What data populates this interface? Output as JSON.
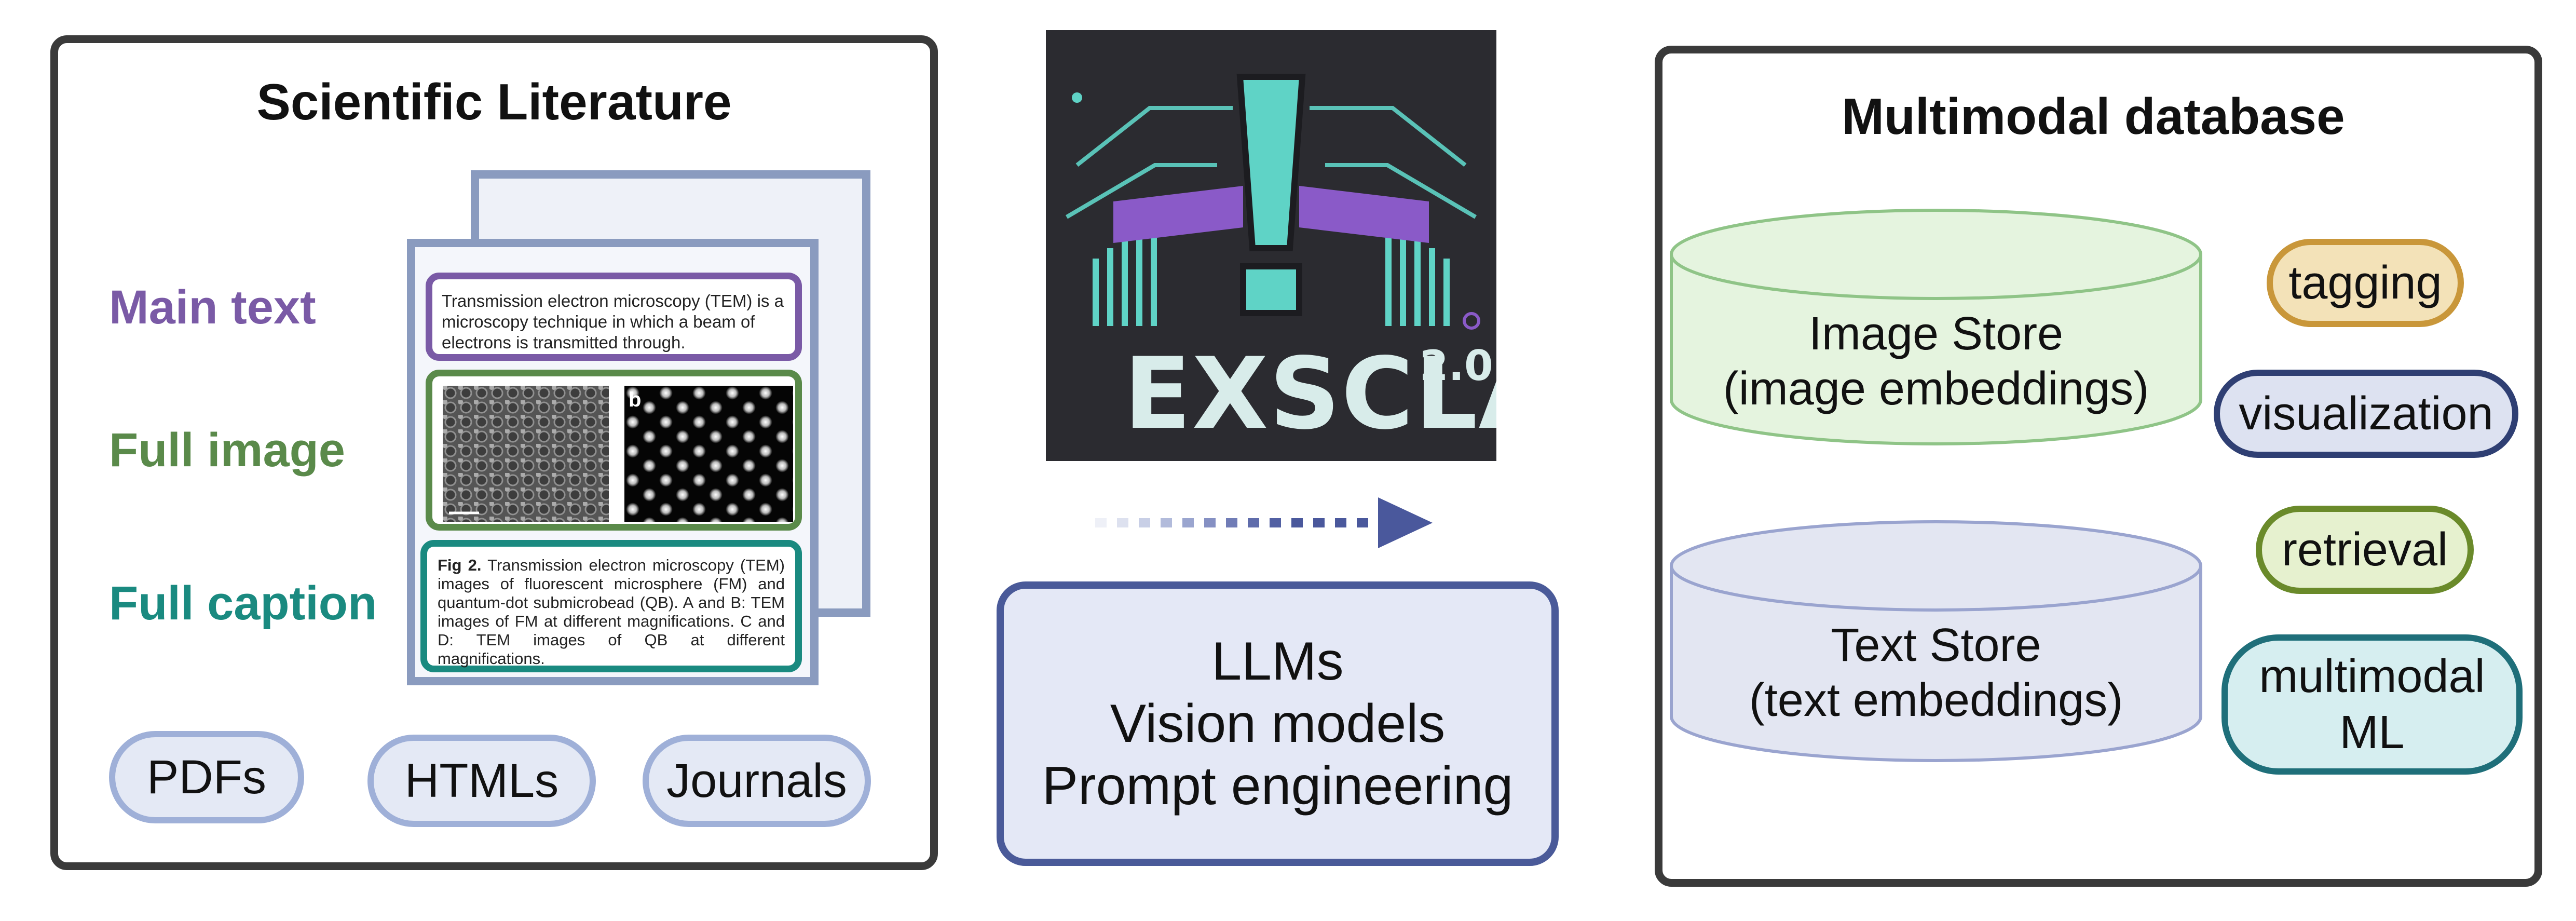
{
  "left_panel": {
    "title": "Scientific Literature",
    "labels": {
      "main_text": "Main text",
      "full_image": "Full image",
      "full_caption": "Full caption"
    },
    "main_text_snippet": "Transmission electron microscopy (TEM) is a microscopy technique in which a beam of electrons is transmitted through.",
    "subfigure_label": "b",
    "caption_lead": "Fig 2.",
    "caption_body": "Transmission electron microscopy (TEM) images of fluorescent microsphere (FM) and quantum-dot submicrobead (QB). A and B: TEM images of FM at different magnifications. C and D: TEM images of QB at different magnifications.",
    "sources": [
      "PDFs",
      "HTMLs",
      "Journals"
    ]
  },
  "center": {
    "logo_text": "EXSCLAIM",
    "logo_version": "2.0",
    "methods": [
      "LLMs",
      "Vision models",
      "Prompt engineering"
    ]
  },
  "right_panel": {
    "title": "Multimodal database",
    "image_store": [
      "Image Store",
      "(image embeddings)"
    ],
    "text_store": [
      "Text Store",
      "(text embeddings)"
    ],
    "tags": [
      "tagging",
      "visualization",
      "retrieval",
      "multimodal ML"
    ]
  },
  "colors": {
    "main_text": "#7a5aa6",
    "full_image": "#5a8a4a",
    "full_caption": "#1a8a80",
    "tagging": "#c9973a",
    "visualization": "#2f3f73",
    "retrieval": "#6a8a2a",
    "multimodal_ml": "#1f6f7a"
  }
}
